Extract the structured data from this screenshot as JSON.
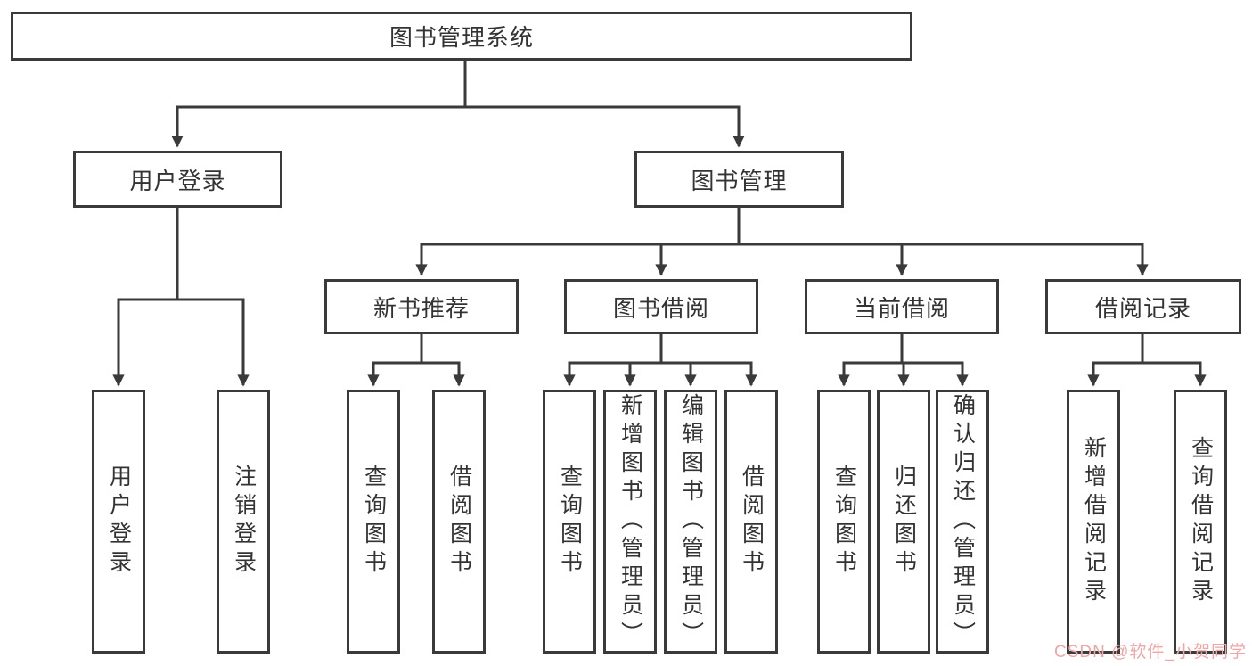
{
  "tree": {
    "label": "图书管理系统",
    "children": [
      {
        "label": "用户登录",
        "children": [
          {
            "label": "用户登录"
          },
          {
            "label": "注销登录"
          }
        ]
      },
      {
        "label": "图书管理",
        "children": [
          {
            "label": "新书推荐",
            "children": [
              {
                "label": "查询图书"
              },
              {
                "label": "借阅图书"
              }
            ]
          },
          {
            "label": "图书借阅",
            "children": [
              {
                "label": "查询图书"
              },
              {
                "label": "新增图书（管理员）"
              },
              {
                "label": "编辑图书（管理员）"
              },
              {
                "label": "借阅图书"
              }
            ]
          },
          {
            "label": "当前借阅",
            "children": [
              {
                "label": "查询图书"
              },
              {
                "label": "归还图书"
              },
              {
                "label": "确认归还（管理员）"
              }
            ]
          },
          {
            "label": "借阅记录",
            "children": [
              {
                "label": "新增借阅记录"
              },
              {
                "label": "查询借阅记录"
              }
            ]
          }
        ]
      }
    ]
  },
  "watermark": {
    "text": "CSDN @软件_小贺同学"
  },
  "colors": {
    "line": "#3a3a3a",
    "text": "#333333",
    "box_bg": "#ffffff",
    "page_bg": "#ffffff",
    "watermark": "#f0a6a6"
  }
}
